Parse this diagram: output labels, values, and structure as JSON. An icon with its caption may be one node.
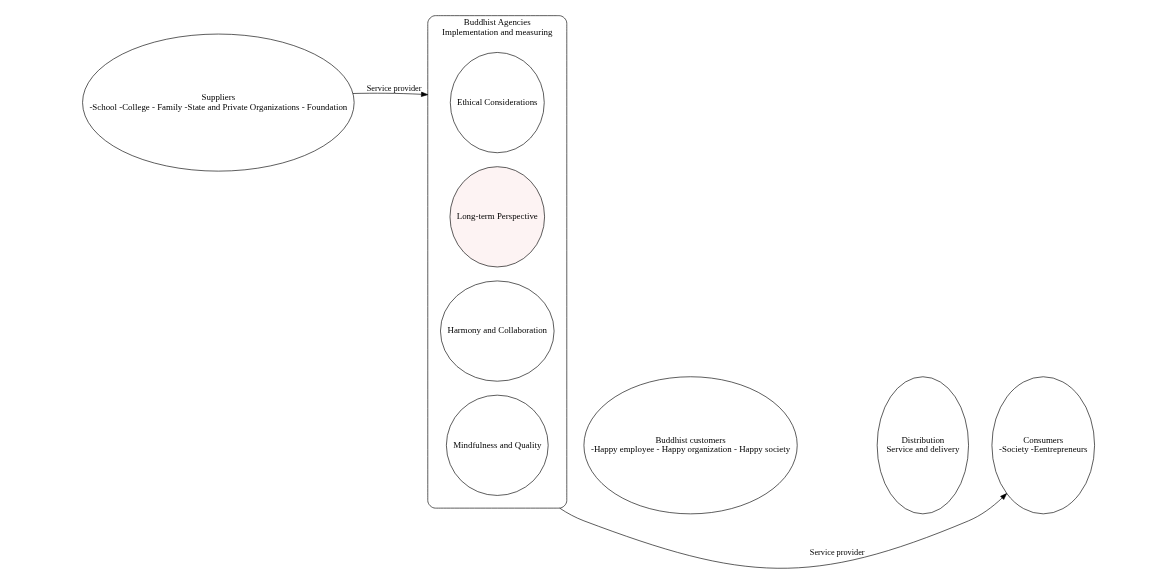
{
  "diagram": {
    "nodes": [
      {
        "text": [
          "Suppliers",
          "-School -College - Family -State and Private Organizations - Foundation"
        ]
      },
      {
        "text": [
          "Buddhist Agencies",
          "Implementation and measuring"
        ]
      },
      {
        "text": [
          "Ethical Considerations"
        ],
        "in": 1
      },
      {
        "text": [
          "Long-term Perspective"
        ],
        "in": 1
      },
      {
        "text": [
          "Harmony and Collaboration"
        ],
        "in": 1
      },
      {
        "text": [
          "Mindfulness and Quality"
        ],
        "in": 1
      },
      {
        "text": [
          "Buddhist customers",
          "-Happy employee - Happy organization - Happy society"
        ]
      },
      {
        "text": [
          "Distribution",
          "Service and delivery"
        ]
      },
      {
        "text": [
          "Consumers",
          "-Society -Eentrepreneurs"
        ]
      }
    ],
    "edges": [
      {
        "from": 0,
        "to": 1,
        "arrow": "to",
        "label": "Service provider"
      },
      {
        "from": 1,
        "to": 8,
        "arrow": "to",
        "label": "Service provider"
      }
    ]
  }
}
